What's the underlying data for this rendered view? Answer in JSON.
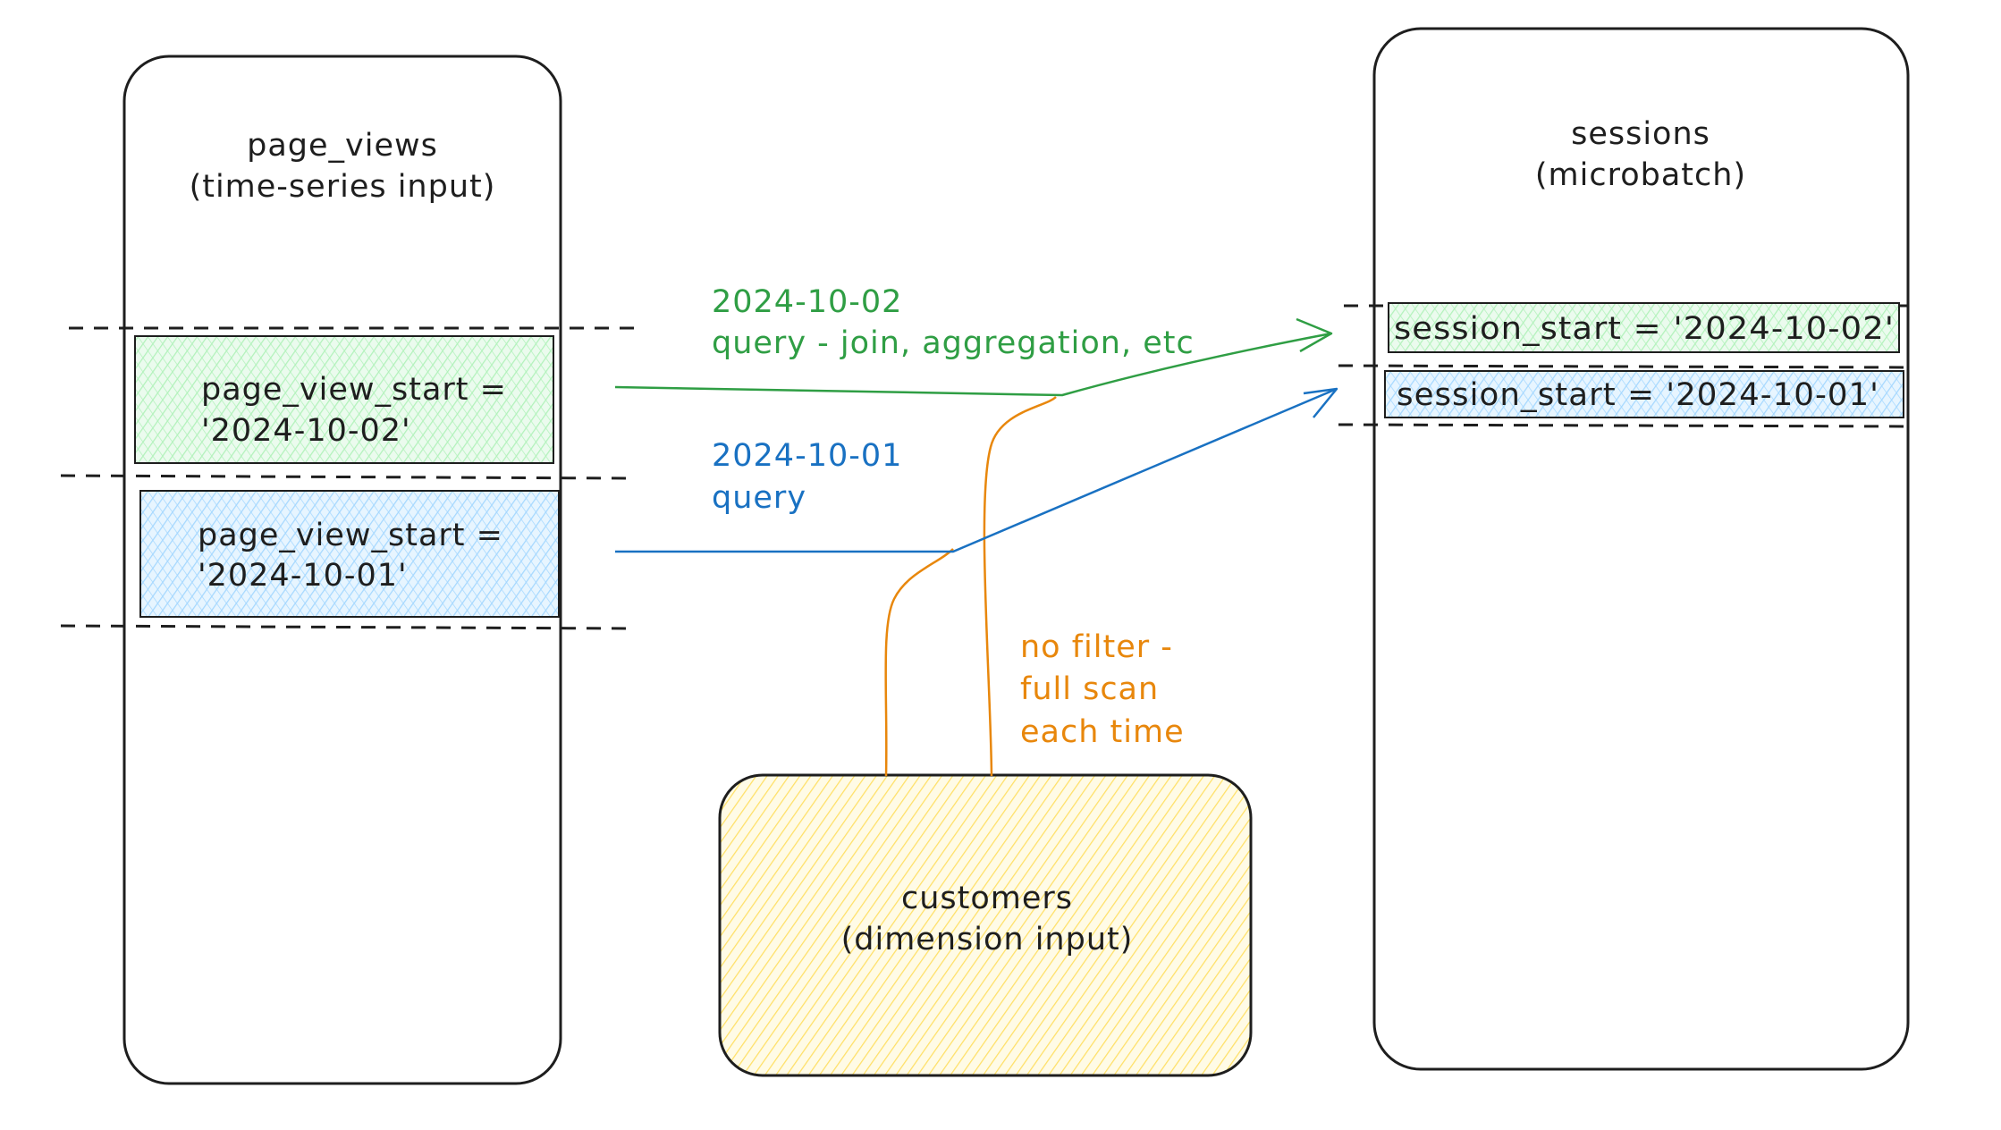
{
  "colors": {
    "ink": "#1e1e1e",
    "green_text": "#2f9e44",
    "green_fill": "#b2f2bb",
    "blue_text": "#1971c2",
    "blue_fill": "#a5d8ff",
    "orange_text": "#e8870c",
    "yellow_fill": "#ffec99"
  },
  "page_views": {
    "title": "page_views",
    "subtitle": "(time-series input)",
    "batch_green": {
      "line1": "page_view_start =",
      "line2": "'2024-10-02'"
    },
    "batch_blue": {
      "line1": "page_view_start =",
      "line2": "'2024-10-01'"
    }
  },
  "sessions": {
    "title": "sessions",
    "subtitle": "(microbatch)",
    "row_green": "session_start = '2024-10-02'",
    "row_blue": "session_start = '2024-10-01'"
  },
  "customers": {
    "title": "customers",
    "subtitle": "(dimension input)"
  },
  "labels": {
    "green_date": "2024-10-02",
    "green_query": "query - join, aggregation, etc",
    "blue_date": "2024-10-01",
    "blue_query": "query",
    "orange_line1": "no filter -",
    "orange_line2": "full scan",
    "orange_line3": "each time"
  }
}
